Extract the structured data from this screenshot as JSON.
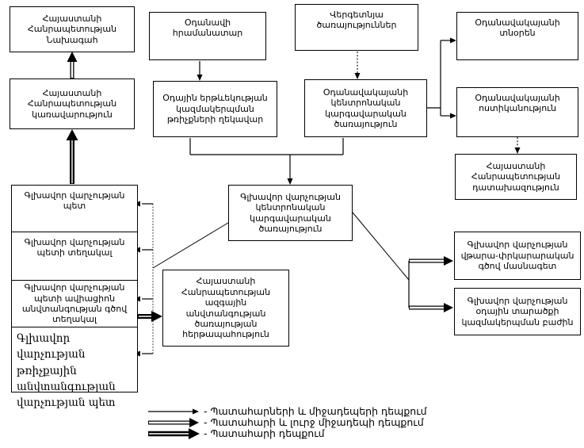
{
  "boxes": {
    "president": {
      "label": "Հայաստանի Հանրապետության Նախագահ"
    },
    "government": {
      "label": "Հայաստանի Հանրապետության կառավարություն"
    },
    "aircraft_commander": {
      "label": "Օդանավի հրամանատար"
    },
    "atc_flights_director": {
      "label": "Օդային երթևեկության կազմակերպման թռիչքների ղեկավար"
    },
    "ground_services": {
      "label": "Վերգետնյա ծառայություններ"
    },
    "airport_central_dispatch": {
      "label": "Օդանավակայանի կենտրոնական կարգավարական ծառայություն"
    },
    "airport_director": {
      "label": "Օդանավակայանի տնօրեն"
    },
    "airport_police": {
      "label": "Օդանավակայանի ոստիկանություն"
    },
    "prosecutor": {
      "label": "Հայաստանի Հանրապետության դատախազություն"
    },
    "gd_chief": {
      "label": "Գլխավոր վարչության պետ"
    },
    "gd_deputy": {
      "label": "Գլխավոր վարչության պետի տեղակալ"
    },
    "gd_aviation_security_deputy": {
      "label": "Գլխավոր վարչության պետի ավիացիոն անվտանգության գծով տեղակալ"
    },
    "gd_flight_safety_chief": {
      "label": "Գլխավոր վարչության թռիչքային անվտանգության վարչության պետ"
    },
    "gd_central_dispatch": {
      "label": "Գլխավոր վարչության կենտրոնական կարգավարական ծառայություն"
    },
    "nss_duty": {
      "label": "Հայաստանի Հանրապետության ազգային անվտանգության ծառայության հերթապահություն"
    },
    "gd_rescue_specialist": {
      "label": "Գլխավոր վարչության վթարա-փրկարարական գծով մասնագետ"
    },
    "gd_airspace_division": {
      "label": "Գլխավոր վարչության օդային տարածքի կազմակերպման բաժին"
    }
  },
  "legend": {
    "items": [
      {
        "style": "thin-arrow",
        "label": "- Պատահարների և միջադեպերի դեպքում"
      },
      {
        "style": "double-arrow",
        "label": "- Պատահարի և լուրջ միջադեպի դեպքում"
      },
      {
        "style": "thick-arrow",
        "label": "- Պատահարի դեպքում"
      }
    ]
  },
  "colors": {
    "line": "#000000",
    "background": "#ffffff",
    "box_border": "#000000"
  }
}
